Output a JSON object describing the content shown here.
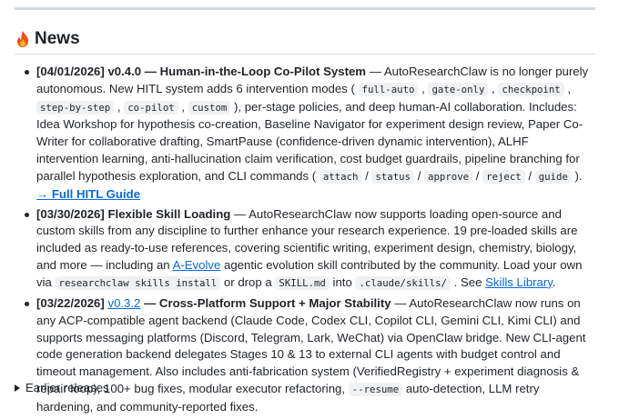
{
  "news": {
    "icon": "fire-icon",
    "title": "News",
    "items": [
      {
        "date": "[04/01/2026]",
        "version": "v0.4.0",
        "dash1": " — ",
        "headline": "Human-in-the-Loop Co-Pilot System",
        "t1": " — AutoResearchClaw is no longer purely autonomous. New HITL system adds 6 intervention modes ( ",
        "c1": "full-auto",
        "s1": " , ",
        "c2": "gate-only",
        "s2": " , ",
        "c3": "checkpoint",
        "s3": " , ",
        "c4": "step-by-step",
        "s4": " , ",
        "c5": "co-pilot",
        "s5": " , ",
        "c6": "custom",
        "t2": " ), per-stage policies, and deep human-AI collaboration. Includes: Idea Workshop for hypothesis co-creation, Baseline Navigator for experiment design review, Paper Co-Writer for collaborative drafting, SmartPause (confidence-driven dynamic intervention), ALHF intervention learning, anti-hallucination claim verification, cost budget guardrails, pipeline branching for parallel hypothesis exploration, and CLI commands ( ",
        "k1": "attach",
        "ks1": " / ",
        "k2": "status",
        "ks2": " / ",
        "k3": "approve",
        "ks3": " / ",
        "k4": "reject",
        "ks4": " / ",
        "k5": "guide",
        "t3": " ). ",
        "link": "→ Full HITL Guide"
      },
      {
        "date": "[03/30/2026]",
        "headline": "Flexible Skill Loading",
        "t1": " — AutoResearchClaw now supports loading open-source and custom skills from any discipline to further enhance your research experience. 19 pre-loaded skills are included as ready-to-use references, covering scientific writing, experiment design, chemistry, biology, and more — including an ",
        "link1": "A-Evolve",
        "t2": " agentic evolution skill contributed by the community. Load your own via ",
        "c1": "researchclaw skills install",
        "t3": " or drop a ",
        "c2": "SKILL.md",
        "t4": " into ",
        "c3": ".claude/skills/",
        "t5": " . See ",
        "link2": "Skills Library",
        "t6": "."
      },
      {
        "date": "[03/22/2026]",
        "version_link": "v0.3.2",
        "dash1": " — ",
        "headline": "Cross-Platform Support + Major Stability",
        "t1": " — AutoResearchClaw now runs on any ACP-compatible agent backend (Claude Code, Codex CLI, Copilot CLI, Gemini CLI, Kimi CLI) and supports messaging platforms (Discord, Telegram, Lark, WeChat) via OpenClaw bridge. New CLI-agent code generation backend delegates Stages 10 & 13 to external CLI agents with budget control and timeout management. Also includes anti-fabrication system (VerifiedRegistry + experiment diagnosis & repair loop), 100+ bug fixes, modular executor refactoring, ",
        "c1": "--resume",
        "t2": " auto-detection, LLM retry hardening, and community-reported fixes."
      }
    ],
    "earlier_label": "Earlier releases",
    "earlier_icon": "disclosure-triangle-icon"
  }
}
